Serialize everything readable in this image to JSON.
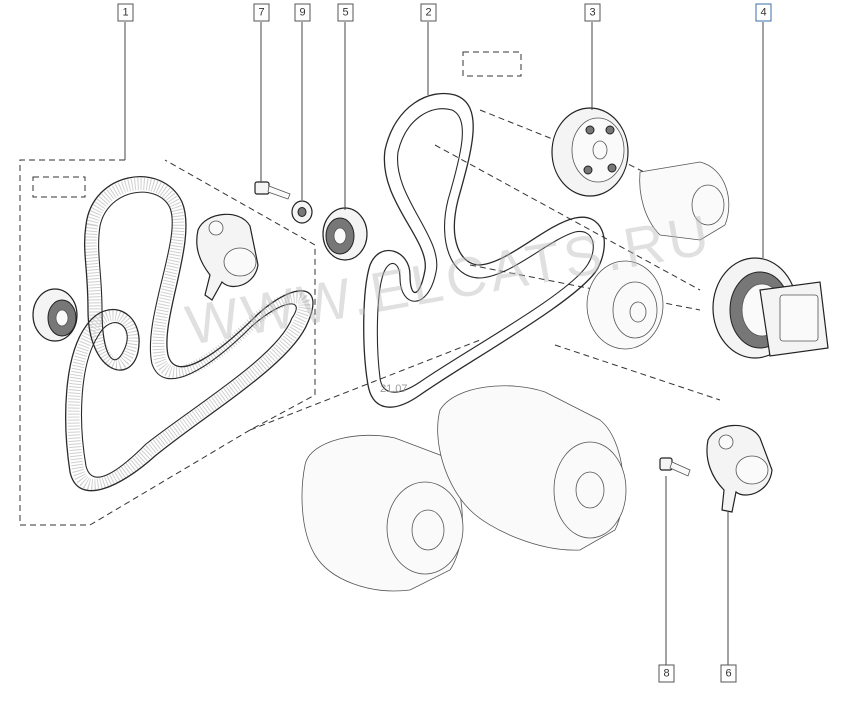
{
  "callouts": [
    {
      "label": "1"
    },
    {
      "label": "7"
    },
    {
      "label": "9"
    },
    {
      "label": "5"
    },
    {
      "label": "2"
    },
    {
      "label": "3"
    },
    {
      "label": "4"
    },
    {
      "label": "8"
    },
    {
      "label": "6"
    }
  ],
  "watermark": "WWW.ELCATS.RU",
  "ref_code": "21.07"
}
